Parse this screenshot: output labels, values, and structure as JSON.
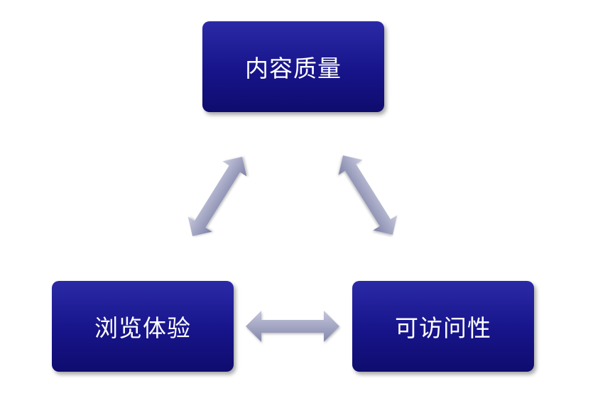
{
  "diagram": {
    "nodes": {
      "top": {
        "label": "内容质量"
      },
      "left": {
        "label": "浏览体验"
      },
      "right": {
        "label": "可访问性"
      }
    },
    "colors": {
      "box_top": "#2b2aa6",
      "box_bottom": "#0f0c6e",
      "text": "#ffffff",
      "arrow_light": "#c6c8dc",
      "arrow_dark": "#7b7ea4"
    },
    "edges": [
      {
        "from": "top",
        "to": "left",
        "type": "bidirectional"
      },
      {
        "from": "top",
        "to": "right",
        "type": "bidirectional"
      },
      {
        "from": "left",
        "to": "right",
        "type": "bidirectional"
      }
    ]
  }
}
